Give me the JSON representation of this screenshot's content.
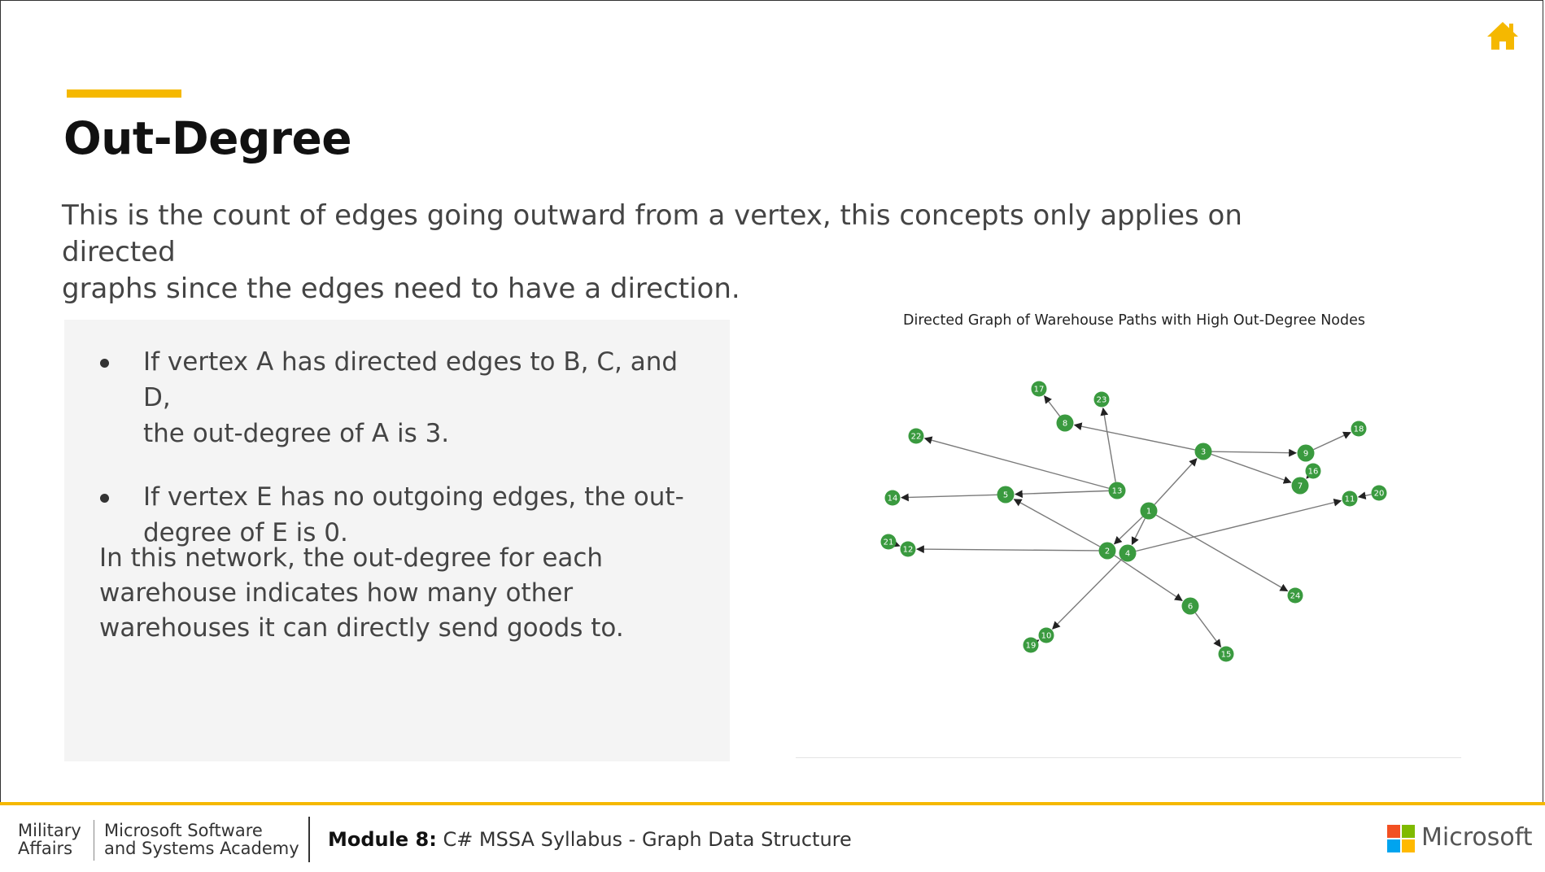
{
  "slide": {
    "title": "Out-Degree",
    "intro_line1": "This is the count of edges going outward from a vertex, this concepts only applies on directed",
    "intro_line2": "graphs since the edges need to have a direction.",
    "bullets": [
      {
        "line1": "If vertex A has directed edges to B, C, and D,",
        "line2": "the out-degree of A is 3."
      },
      {
        "line1": "If vertex E has no outgoing edges, the out-",
        "line2": "degree of E is 0."
      }
    ],
    "paragraph_lines": [
      "In this network, the out-degree for each",
      "warehouse indicates how many other",
      "warehouses it can directly send goods to."
    ]
  },
  "icons": {
    "home": "home-icon",
    "microsoft_logo": "microsoft-logo-icon"
  },
  "colors": {
    "accent": "#f5b800",
    "node_fill": "#3a9a3f",
    "edge": "#7a7a7a",
    "panel_bg": "#f4f4f4",
    "ms_red": "#f25022",
    "ms_green": "#7fba00",
    "ms_blue": "#00a4ef",
    "ms_yellow": "#ffb900"
  },
  "chart_data": {
    "type": "directed-graph",
    "title": "Directed Graph of Warehouse Paths with High Out-Degree Nodes",
    "nodes": [
      "1",
      "2",
      "3",
      "4",
      "5",
      "6",
      "7",
      "8",
      "9",
      "10",
      "11",
      "12",
      "13",
      "14",
      "15",
      "16",
      "17",
      "18",
      "19",
      "20",
      "21",
      "22",
      "23",
      "24"
    ],
    "edges": [
      [
        "1",
        "3"
      ],
      [
        "1",
        "2"
      ],
      [
        "1",
        "4"
      ],
      [
        "1",
        "24"
      ],
      [
        "3",
        "8"
      ],
      [
        "3",
        "9"
      ],
      [
        "3",
        "7"
      ],
      [
        "13",
        "23"
      ],
      [
        "13",
        "22"
      ],
      [
        "13",
        "5"
      ],
      [
        "5",
        "14"
      ],
      [
        "2",
        "12"
      ],
      [
        "2",
        "5"
      ],
      [
        "2",
        "6"
      ],
      [
        "4",
        "11"
      ],
      [
        "4",
        "10"
      ],
      [
        "6",
        "15"
      ],
      [
        "8",
        "17"
      ],
      [
        "9",
        "18"
      ],
      [
        "16",
        "7"
      ],
      [
        "20",
        "11"
      ],
      [
        "21",
        "12"
      ],
      [
        "19",
        "10"
      ]
    ]
  },
  "footer": {
    "org_line1": "Military",
    "org_line2": "Affairs",
    "academy_line1": "Microsoft Software",
    "academy_line2": "and Systems Academy",
    "module_label": "Module 8:",
    "module_title": "C# MSSA Syllabus - Graph Data Structure",
    "brand": "Microsoft"
  }
}
